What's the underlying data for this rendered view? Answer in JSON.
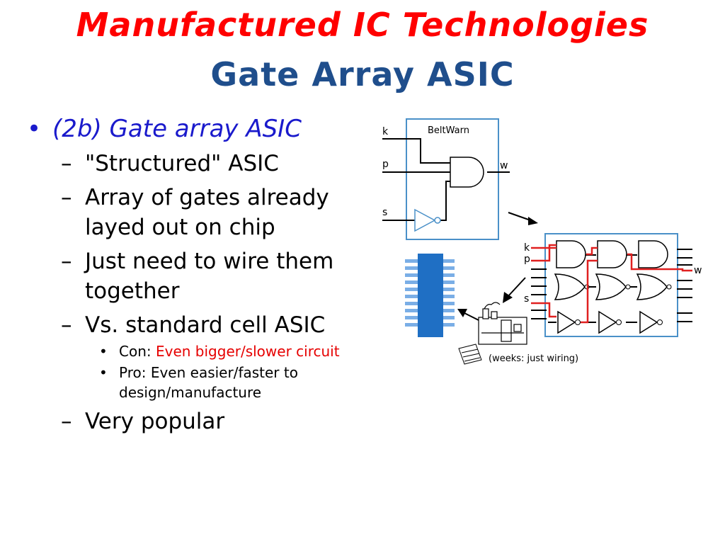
{
  "slide": {
    "title": "Manufactured IC Technologies",
    "subtitle": "Gate Array ASIC"
  },
  "bullets": {
    "main": {
      "marker": "•",
      "text": "(2b) Gate array ASIC"
    },
    "items": [
      {
        "marker": "–",
        "text": "\"Structured\" ASIC"
      },
      {
        "marker": "–",
        "text": "Array of gates already layed out on chip"
      },
      {
        "marker": "–",
        "text": "Just need to wire them together"
      },
      {
        "marker": "–",
        "text": "Vs. standard cell ASIC"
      }
    ],
    "subitems": [
      {
        "marker": "•",
        "label": "Con: ",
        "text": "Even bigger/slower circuit"
      },
      {
        "marker": "•",
        "label": "Pro: ",
        "text": "Even easier/faster to design/manufacture"
      }
    ],
    "last": {
      "marker": "–",
      "text": "Very popular"
    }
  },
  "diagram": {
    "circuit_title": "BeltWarn",
    "inputs": [
      "k",
      "p",
      "s"
    ],
    "output": "w",
    "array_inputs": [
      "k",
      "p",
      "s"
    ],
    "array_output": "w",
    "caption": "(weeks: just wiring)",
    "colors": {
      "box_border": "#4a90c8",
      "chip": "#1f6fc4",
      "chip_pins": "#7aaee6",
      "wire_red": "#e02020",
      "wire_black": "#000000"
    }
  }
}
